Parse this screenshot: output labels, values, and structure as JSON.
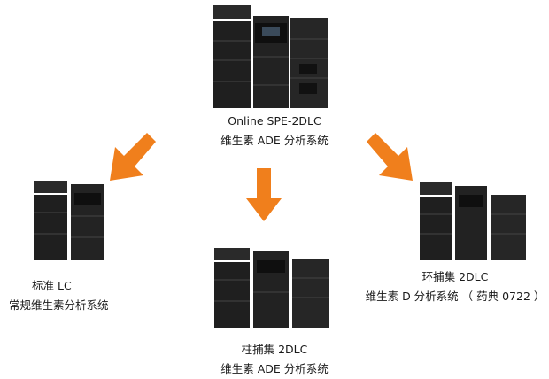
{
  "center_node": {
    "line1": "Online SPE-2DLC",
    "line2": "维生素 ADE 分析系统"
  },
  "left_node": {
    "line1": "标准 LC",
    "line2": "常规维生素分析系统"
  },
  "bottom_node": {
    "line1": "柱捕集 2DLC",
    "line2": "维生素 ADE 分析系统"
  },
  "right_node": {
    "line1": "环捕集 2DLC",
    "line2": "维生素 D 分析系统 （ 药典 0722 ）"
  },
  "colors": {
    "arrow": "#f07f1c",
    "instrument": "#2a2a2a",
    "instrument_dark": "#141414"
  },
  "icons": [
    "hplc-instrument",
    "orange-arrow"
  ]
}
